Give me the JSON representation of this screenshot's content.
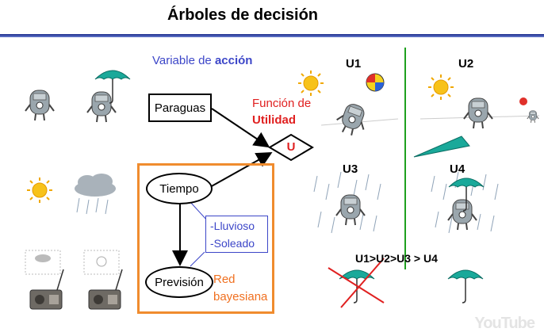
{
  "title": "Árboles de decisión",
  "action_variable": {
    "prefix": "Variable de ",
    "emphasis": "acción"
  },
  "utility_label": {
    "line1": "Función de",
    "line2": "Utilidad"
  },
  "nodes": {
    "paraguas": "Paraguas",
    "utility": "U",
    "tiempo": "Tiempo",
    "prevision": "Previsión"
  },
  "tiempo_states": [
    "-Lluvioso",
    "-Soleado"
  ],
  "bayes_label": {
    "line1": "Red",
    "line2": "bayesiana"
  },
  "outcomes": [
    "U1",
    "U2",
    "U3",
    "U4"
  ],
  "ranking": "U1>U2>U3 > U4",
  "watermark": "YouTube",
  "colors": {
    "blue": "#3c46c8",
    "red": "#e02020",
    "orange": "#f08c2e",
    "green": "#1ea01e",
    "umbrella": "#1aa99a"
  }
}
